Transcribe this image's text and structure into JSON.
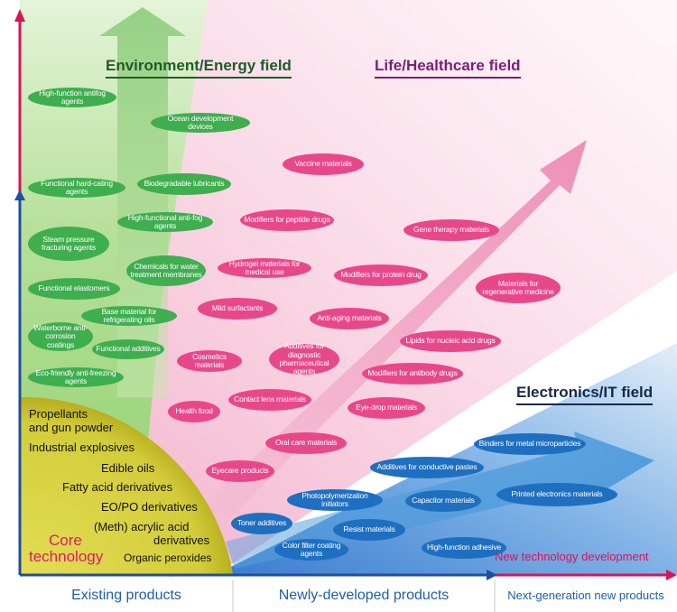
{
  "fields": {
    "environment": "Environment/Energy field",
    "life": "Life/Healthcare field",
    "electronics": "Electronics/IT field"
  },
  "green_items": [
    "High-function antifog agents",
    "Ocean development devices",
    "Functional hard-cating agents",
    "Biodegradable lubricants",
    "High-functional anti-fog agents",
    "Steam pressure fracturing agents",
    "Chemicals for water treatment membranes",
    "Functional elastomers",
    "Base material for refrigerating oils",
    "Waterborne anti-corrosion coatings",
    "Functional additives",
    "Eco-friendly anti-freezing agents"
  ],
  "pink_items": [
    "Vaccine materials",
    "Modifiers for peptide drugs",
    "Gene therapy materials",
    "Hydrogel materials for medical use",
    "Modifiers for protein drug",
    "Materials for regenerative medicine",
    "Mild surfactants",
    "Anti-aging materials",
    "Additives for diagnostic pharmaceutical agents",
    "Lipids for nucleic acid drugs",
    "Cosmetics materials",
    "Modifiers for antibody drugs",
    "Contact lens materials",
    "Eye-drop materials",
    "Health food",
    "Oral care materials",
    "Eyecare products"
  ],
  "blue_items": [
    "Binders for metal microparticles",
    "Additives for conductive pastes",
    "Printed electronics materials",
    "Photopolymerization initiators",
    "Capacitor materials",
    "Toner additives",
    "Resist materials",
    "High-function adhesive",
    "Color filter coating agents"
  ],
  "core": {
    "title_line1": "Core",
    "title_line2": "technology",
    "items": [
      "Propellants",
      "and gun powder",
      "Industrial explosives",
      "Edible oils",
      "Fatty acid derivatives",
      "EO/PO derivatives",
      "(Meth) acrylic acid",
      "derivatives",
      "Organic peroxides"
    ]
  },
  "axis": {
    "new_tech": "New technology development"
  },
  "bottom": {
    "existing": "Existing products",
    "newly": "Newly-developed products",
    "next": "Next-generation new products"
  },
  "colors": {
    "green": "#3fae4f",
    "pink": "#e8488a",
    "blue": "#1f6fc1",
    "core_yellow": "#d9d33f",
    "axis_red": "#d8145a",
    "axis_blue": "#1f4f9e",
    "title_green": "#1f5c2a",
    "title_purple": "#7b1f78",
    "title_navy": "#152a4a"
  }
}
